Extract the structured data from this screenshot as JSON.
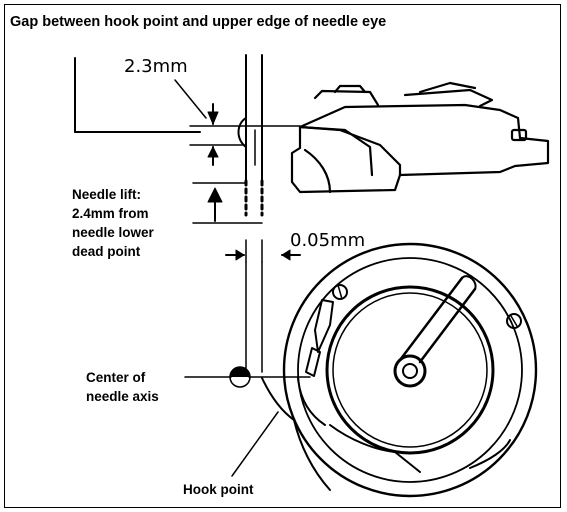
{
  "title": "Gap between hook point and upper edge of needle eye",
  "labels": {
    "gap": "2.3mm",
    "clearance": "0.05mm",
    "needle_lift_1": "Needle lift:",
    "needle_lift_2": "2.4mm from",
    "needle_lift_3": "needle lower",
    "needle_lift_4": "dead point",
    "center_1": "Center of",
    "center_2": "needle axis",
    "hook_point": "Hook point"
  },
  "colors": {
    "ink": "#000000",
    "background": "#ffffff"
  }
}
